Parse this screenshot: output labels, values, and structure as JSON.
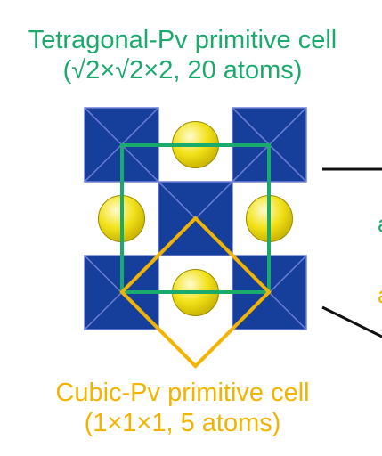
{
  "top_caption": {
    "line1": "Tetragonal-Pv primitive cell",
    "line2": "(√2×√2×2, 20 atoms)"
  },
  "bottom_caption": {
    "line1": "Cubic-Pv primitive cell",
    "line2": "(1×1×1, 5 atoms)"
  },
  "colors": {
    "octahedron_fill": "#153f9a",
    "octahedron_edge": "#6f7fd6",
    "atom_fill": "#f2e21a",
    "atom_highlight": "#fffbd0",
    "tetragonal_cell": "#1aaa6c",
    "cubic_cell": "#f2b400",
    "leader_line": "#111111"
  },
  "octahedra_grid": [
    [
      1,
      0,
      1
    ],
    [
      0,
      1,
      0
    ],
    [
      1,
      0,
      1
    ]
  ],
  "atom_grid": [
    [
      0,
      1,
      0
    ],
    [
      1,
      0,
      1
    ],
    [
      0,
      1,
      0
    ]
  ],
  "cropped_labels": [
    "a",
    "a"
  ]
}
